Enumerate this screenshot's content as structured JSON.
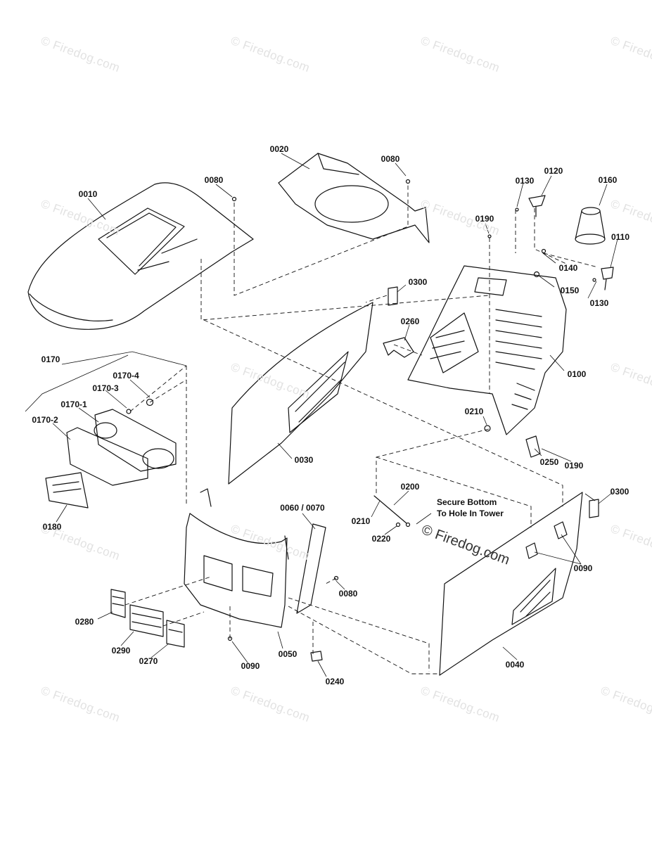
{
  "watermark": {
    "text": "© Firedog.com"
  },
  "note": {
    "line1": "Secure Bottom",
    "line2": "To Hole In Tower"
  },
  "parts": {
    "p0010": "0010",
    "p0020": "0020",
    "p0080a": "0080",
    "p0080b": "0080",
    "p0080c": "0080",
    "p0120": "0120",
    "p0130a": "0130",
    "p0130b": "0130",
    "p0160": "0160",
    "p0110": "0110",
    "p0190a": "0190",
    "p0190b": "0190",
    "p0140": "0140",
    "p0150": "0150",
    "p0300a": "0300",
    "p0300b": "0300",
    "p0260": "0260",
    "p0100": "0100",
    "p0170": "0170",
    "p0170_4": "0170-4",
    "p0170_3": "0170-3",
    "p0170_1": "0170-1",
    "p0170_2": "0170-2",
    "p0030": "0030",
    "p0210a": "0210",
    "p0210b": "0210",
    "p0250": "0250",
    "p0180": "0180",
    "p0200": "0200",
    "p0220": "0220",
    "p0060_0070": "0060 / 0070",
    "p0090a": "0090",
    "p0090b": "0090",
    "p0280": "0280",
    "p0290": "0290",
    "p0270": "0270",
    "p0050": "0050",
    "p0240": "0240",
    "p0040": "0040"
  }
}
